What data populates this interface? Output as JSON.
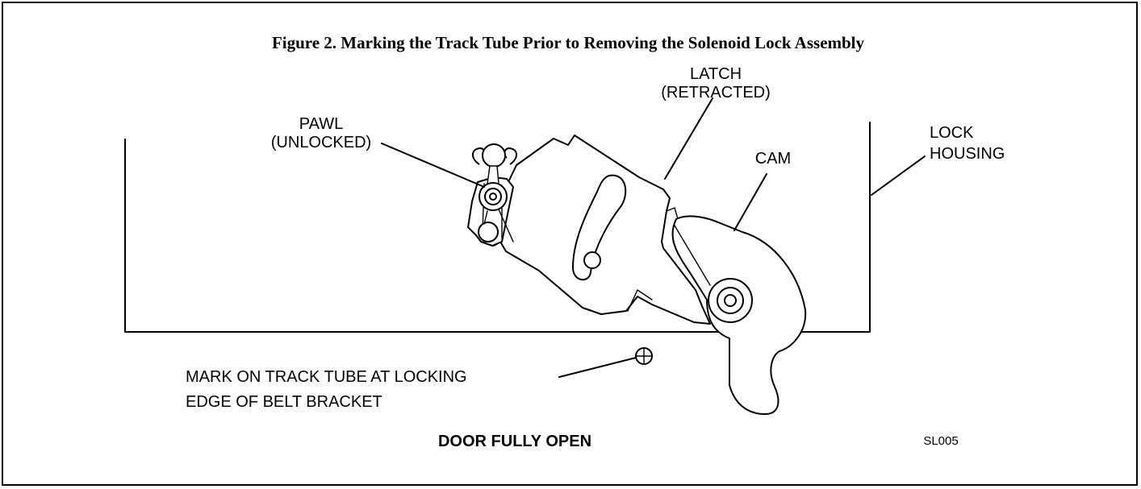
{
  "figure": {
    "title": "Figure 2.  Marking the Track Tube Prior to Removing the Solenoid Lock Assembly",
    "caption": "DOOR FULLY OPEN",
    "code": "SL005"
  },
  "callouts": {
    "latch": {
      "line1": "LATCH",
      "line2": "(RETRACTED)"
    },
    "pawl": {
      "line1": "PAWL",
      "line2": "(UNLOCKED)"
    },
    "cam": {
      "line1": "CAM"
    },
    "lock_housing": {
      "line1": "LOCK",
      "line2": "HOUSING"
    },
    "mark": {
      "line1": "MARK ON TRACK TUBE AT LOCKING",
      "line2": "EDGE OF BELT BRACKET"
    }
  }
}
